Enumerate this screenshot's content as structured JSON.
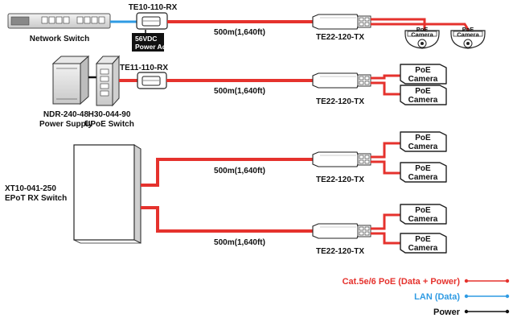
{
  "colors": {
    "poe": "#e5322d",
    "lan": "#2f9be3",
    "power": "#111111"
  },
  "devices": {
    "network_switch": "Network Switch",
    "te10_rx": "TE10-110-RX",
    "power_adapter_line1": "56VDC",
    "power_adapter_line2": "Power Adp",
    "ndr_model": "NDR-240-48",
    "ndr_desc": "Power Supply",
    "h30_model": "H30-044-90",
    "h30_desc": "UPoE Switch",
    "te11_rx": "TE11-110-RX",
    "xt10_model": "XT10-041-250",
    "xt10_desc": "EPoT RX Switch"
  },
  "distances": [
    "500m(1,640ft)",
    "500m(1,640ft)",
    "500m(1,640ft)",
    "500m(1,640ft)"
  ],
  "transmitters": [
    "TE22-120-TX",
    "TE22-120-TX",
    "TE22-120-TX",
    "TE22-120-TX"
  ],
  "camera_line1": "PoE",
  "camera_line2": "Camera",
  "legend": {
    "poe": "Cat.5e/6 PoE (Data + Power)",
    "lan": "LAN (Data)",
    "power": "Power"
  }
}
